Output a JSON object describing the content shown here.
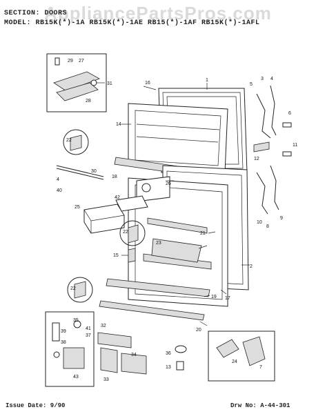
{
  "header": {
    "section_line": "SECTION: DOORS",
    "model_line": "MODEL: RB15K(*)-1A  RB15K(*)-1AE  RB15(*)-1AF  RB15K(*)-1AFL",
    "watermark": "AppliancePartsPros.com"
  },
  "footer": {
    "issue_date": "Issue Date: 9/90",
    "drawing_no": "Drw No: A-44-301"
  },
  "callouts": [
    "29",
    "27",
    "31",
    "28",
    "16",
    "1",
    "5",
    "3",
    "4",
    "6",
    "11",
    "12",
    "14",
    "22",
    "30",
    "18",
    "26",
    "42",
    "40",
    "25",
    "21",
    "23",
    "10",
    "8",
    "9",
    "22b",
    "15",
    "2",
    "17",
    "22c",
    "19",
    "20",
    "35",
    "41",
    "37",
    "39",
    "38",
    "32",
    "34",
    "33",
    "43",
    "36",
    "13",
    "24",
    "7"
  ],
  "callout_text": {
    "c29": "29",
    "c27": "27",
    "c31": "31",
    "c28": "28",
    "c16": "16",
    "c1": "1",
    "c5": "5",
    "c3": "3",
    "c4": "4",
    "c6": "6",
    "c11": "11",
    "c12": "12",
    "c14": "14",
    "c22a": "22",
    "c30": "30",
    "c18": "18",
    "c26": "26",
    "c42": "42",
    "c40": "40",
    "c4b": "4",
    "c25": "25",
    "c21": "21",
    "c23": "23",
    "c10": "10",
    "c8": "8",
    "c9": "9",
    "c22b": "22",
    "c15": "15",
    "c2": "2",
    "c17": "17",
    "c22c": "22",
    "c19": "19",
    "c20": "20",
    "c35": "35",
    "c41": "41",
    "c37": "37",
    "c39": "39",
    "c38": "38",
    "c32": "32",
    "c34": "34",
    "c33": "33",
    "c43": "43",
    "c36": "36",
    "c13": "13",
    "c24": "24",
    "c7": "7"
  }
}
